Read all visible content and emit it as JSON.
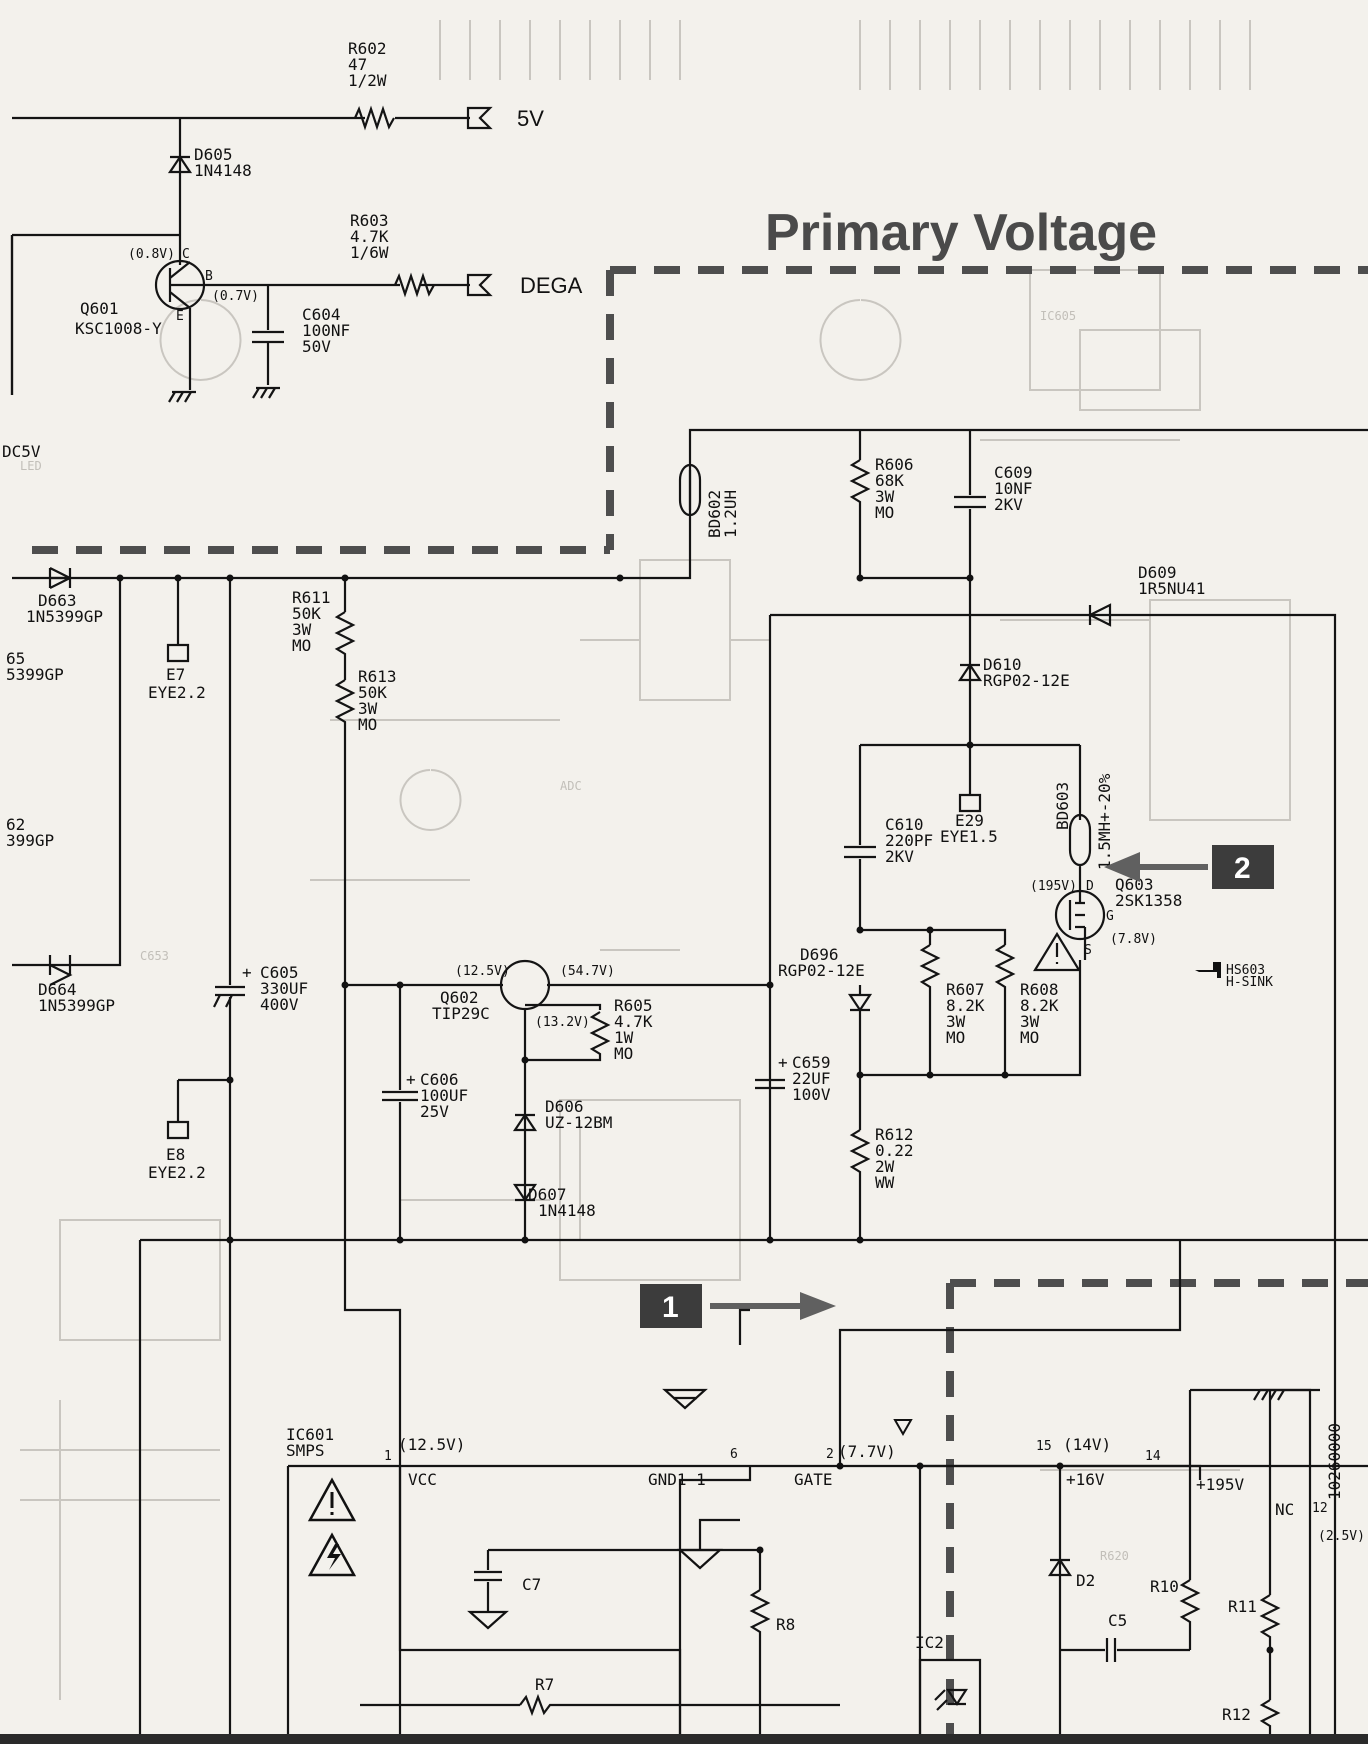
{
  "title": "Primary Voltage",
  "callouts": [
    {
      "id": "1"
    },
    {
      "id": "2"
    }
  ],
  "outputs": {
    "out_5v": "5V",
    "out_dega": "DEGA",
    "dc5v": "DC5V"
  },
  "components": {
    "R602": [
      "R602",
      "47",
      "1/2W"
    ],
    "D605": [
      "D605",
      "1N4148"
    ],
    "R603": [
      "R603",
      "4.7K",
      "1/6W"
    ],
    "Q601": [
      "Q601",
      "KSC1008-Y"
    ],
    "C604": [
      "C604",
      "100NF",
      "50V"
    ],
    "BD602": [
      "BD602",
      "1.2UH"
    ],
    "R606": [
      "R606",
      "68K",
      "3W",
      "MO"
    ],
    "C609": [
      "C609",
      "10NF",
      "2KV"
    ],
    "D609": [
      "D609",
      "1R5NU41"
    ],
    "D663": [
      "D663",
      "1N5399GP"
    ],
    "D665": [
      "65",
      "5399GP"
    ],
    "D662": [
      "62",
      "399GP"
    ],
    "E7": [
      "E7",
      "EYE2.2"
    ],
    "R611": [
      "R611",
      "50K",
      "3W",
      "MO"
    ],
    "R613": [
      "R613",
      "50K",
      "3W",
      "MO"
    ],
    "D610": [
      "D610",
      "RGP02-12E"
    ],
    "E29": [
      "E29",
      "EYE1.5"
    ],
    "BD603": [
      "BD603",
      "1.5MH+-20%"
    ],
    "C610": [
      "C610",
      "220PF",
      "2KV"
    ],
    "Q603": [
      "Q603",
      "2SK1358"
    ],
    "HS603": [
      "HS603",
      "H-SINK"
    ],
    "D664": [
      "D664",
      "1N5399GP"
    ],
    "C605": [
      "C605",
      "330UF",
      "400V"
    ],
    "Q602": [
      "Q602",
      "TIP29C"
    ],
    "R605": [
      "R605",
      "4.7K",
      "1W",
      "MO"
    ],
    "D696": [
      "D696",
      "RGP02-12E"
    ],
    "R607": [
      "R607",
      "8.2K",
      "3W",
      "MO"
    ],
    "R608": [
      "R608",
      "8.2K",
      "3W",
      "MO"
    ],
    "C606": [
      "C606",
      "100UF",
      "25V"
    ],
    "D606": [
      "D606",
      "UZ-12BM"
    ],
    "C659": [
      "C659",
      "22UF",
      "100V"
    ],
    "E8": [
      "E8",
      "EYE2.2"
    ],
    "R612": [
      "R612",
      "0.22",
      "2W",
      "WW"
    ],
    "D607": [
      "D607",
      "1N4148"
    ],
    "IC601": [
      "IC601",
      "SMPS"
    ],
    "C7": [
      "C7"
    ],
    "R8": [
      "R8"
    ],
    "R7": [
      "R7"
    ],
    "D2": [
      "D2"
    ],
    "C5": [
      "C5"
    ],
    "IC2": [
      "IC2"
    ],
    "R10": [
      "R10"
    ],
    "R11": [
      "R11"
    ],
    "R12": [
      "R12"
    ]
  },
  "voltages": {
    "q601_c": "(0.8V)",
    "q601_b": "(0.7V)",
    "q602_e": "(12.5V)",
    "q602_c": "(54.7V)",
    "q602_b": "(13.2V)",
    "q603_d": "(195V)",
    "q603_s": "(7.8V)",
    "ic_pin1": "(12.5V)",
    "ic_pin2": "(7.7V)",
    "ic_pin15": "(14V)",
    "ic_nc": "(2.5V)"
  },
  "ic_pins": {
    "p1": "1",
    "vcc": "VCC",
    "p6": "6",
    "gnd": "GND1-1",
    "p2": "2",
    "gate": "GATE",
    "p15": "15",
    "p14": "14",
    "v16": "+16V",
    "v195": "+195V",
    "nc": "NC",
    "p12": "12",
    "code": "10260000"
  },
  "pin_letters": {
    "c": "C",
    "b": "B",
    "e": "E",
    "d": "D",
    "g": "G",
    "s": "S"
  },
  "plus_sign": "+"
}
